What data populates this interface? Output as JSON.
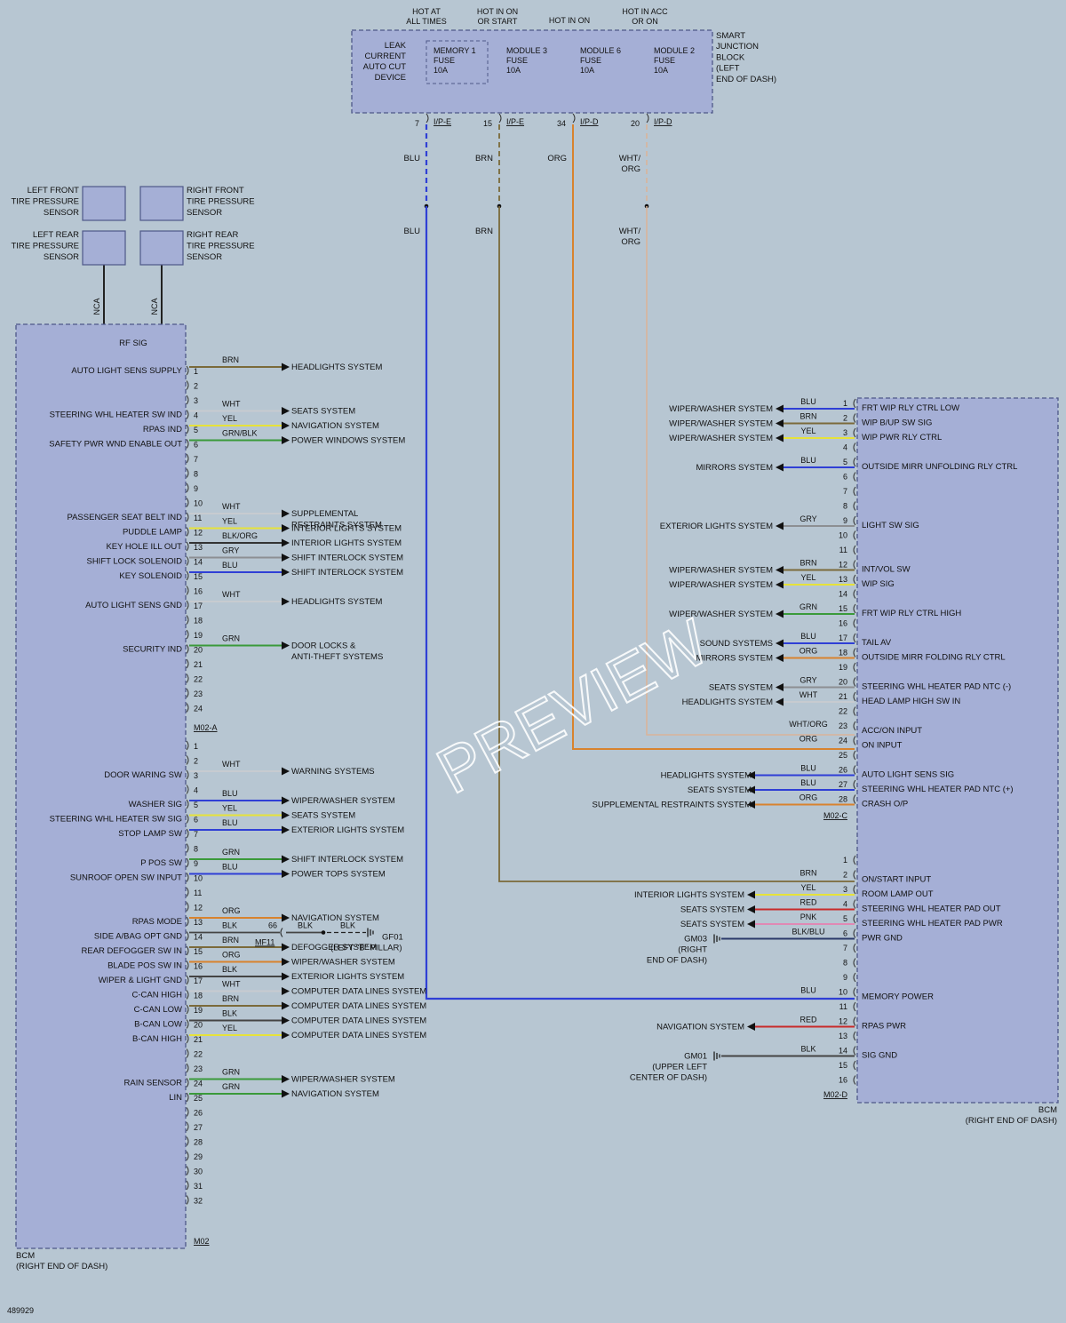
{
  "diagram_id": "489929",
  "watermark": "PREVIEW",
  "colors": {
    "BLU": "#2f3fd6",
    "BRN": "#7b6a3a",
    "ORG": "#d8832e",
    "WHT": "#c7cbd0",
    "YEL": "#e6e23a",
    "GRN": "#3a9a3a",
    "GRY": "#8c8f93",
    "RED": "#c82a2a",
    "PNK": "#e089b4",
    "BLK": "#444444",
    "BLKORG": "#333333",
    "BLKBLU": "#2b3a6a",
    "GRNBLK": "#3a9a3a",
    "WHTORG": "#d9b49a",
    "NCA": "#222222"
  },
  "supply": {
    "headers": [
      {
        "id": "hot_always",
        "lines": [
          "HOT AT",
          "ALL TIMES"
        ]
      },
      {
        "id": "hot_on_start",
        "lines": [
          "HOT IN ON",
          "OR START"
        ]
      },
      {
        "id": "hot_on",
        "lines": [
          "HOT IN ON"
        ]
      },
      {
        "id": "hot_acc_on",
        "lines": [
          "HOT IN ACC",
          "OR ON"
        ]
      }
    ],
    "leak": [
      "LEAK",
      "CURRENT",
      "AUTO CUT",
      "DEVICE"
    ],
    "fuses": [
      {
        "lines": [
          "MEMORY 1",
          "FUSE",
          "10A"
        ]
      },
      {
        "lines": [
          "MODULE 3",
          "FUSE",
          "10A"
        ]
      },
      {
        "lines": [
          "MODULE 6",
          "FUSE",
          "10A"
        ]
      },
      {
        "lines": [
          "MODULE 2",
          "FUSE",
          "10A"
        ]
      }
    ],
    "block_label": [
      "SMART",
      "JUNCTION",
      "BLOCK",
      "(LEFT",
      "END OF DASH)"
    ],
    "outputs": [
      {
        "pin": "7",
        "connector": "I/P-E",
        "color_code": "BLU",
        "labels": [
          "BLU"
        ],
        "labels2": [
          "BLU"
        ]
      },
      {
        "pin": "15",
        "connector": "I/P-E",
        "color_code": "BRN",
        "labels": [
          "BRN"
        ],
        "labels2": [
          "BRN"
        ]
      },
      {
        "pin": "34",
        "connector": "I/P-D",
        "color_code": "ORG",
        "labels": [
          "ORG"
        ],
        "labels2": []
      },
      {
        "pin": "20",
        "connector": "I/P-D",
        "color_code": "WHTORG",
        "labels": [
          "WHT/",
          "ORG"
        ],
        "labels2": [
          "WHT/",
          "ORG"
        ]
      }
    ]
  },
  "sensors": [
    {
      "label": [
        "LEFT FRONT",
        "TIRE PRESSURE",
        "SENSOR"
      ]
    },
    {
      "label": [
        "RIGHT FRONT",
        "TIRE PRESSURE",
        "SENSOR"
      ]
    },
    {
      "label": [
        "LEFT REAR",
        "TIRE PRESSURE",
        "SENSOR"
      ]
    },
    {
      "label": [
        "RIGHT REAR",
        "TIRE PRESSURE",
        "SENSOR"
      ]
    }
  ],
  "nca": "NCA",
  "rf_sig": "RF SIG",
  "left_bcm": {
    "label": [
      "BCM",
      "(RIGHT END OF DASH)"
    ],
    "connector_a": "M02-A",
    "connector_b": "M02",
    "pins_a": [
      {
        "pin": "1",
        "signal": "AUTO LIGHT SENS SUPPLY",
        "wire": "BRN",
        "dest": [
          "HEADLIGHTS SYSTEM"
        ]
      },
      {
        "pin": "2"
      },
      {
        "pin": "3"
      },
      {
        "pin": "4",
        "signal": "STEERING WHL HEATER SW IND",
        "wire": "WHT",
        "dest": [
          "SEATS SYSTEM"
        ]
      },
      {
        "pin": "5",
        "signal": "RPAS IND",
        "wire": "YEL",
        "dest": [
          "NAVIGATION SYSTEM"
        ]
      },
      {
        "pin": "6",
        "signal": "SAFETY PWR WND ENABLE OUT",
        "wire": "GRN/BLK",
        "dest": [
          "POWER WINDOWS SYSTEM"
        ]
      },
      {
        "pin": "7"
      },
      {
        "pin": "8"
      },
      {
        "pin": "9"
      },
      {
        "pin": "10"
      },
      {
        "pin": "11",
        "signal": "PASSENGER SEAT BELT IND",
        "wire": "WHT",
        "dest": [
          "SUPPLEMENTAL",
          "RESTRAINTS SYSTEM"
        ]
      },
      {
        "pin": "12",
        "signal": "PUDDLE LAMP",
        "wire": "YEL",
        "dest": [
          "INTERIOR LIGHTS SYSTEM"
        ]
      },
      {
        "pin": "13",
        "signal": "KEY HOLE ILL OUT",
        "wire": "BLK/ORG",
        "dest": [
          "INTERIOR LIGHTS SYSTEM"
        ]
      },
      {
        "pin": "14",
        "signal": "SHIFT LOCK SOLENOID",
        "wire": "GRY",
        "dest": [
          "SHIFT INTERLOCK SYSTEM"
        ]
      },
      {
        "pin": "15",
        "signal": "KEY SOLENOID",
        "wire": "BLU",
        "dest": [
          "SHIFT INTERLOCK SYSTEM"
        ]
      },
      {
        "pin": "16"
      },
      {
        "pin": "17",
        "signal": "AUTO LIGHT SENS GND",
        "wire": "WHT",
        "dest": [
          "HEADLIGHTS SYSTEM"
        ]
      },
      {
        "pin": "18"
      },
      {
        "pin": "19"
      },
      {
        "pin": "20",
        "signal": "SECURITY IND",
        "wire": "GRN",
        "dest": [
          "DOOR LOCKS &",
          "ANTI-THEFT SYSTEMS"
        ]
      },
      {
        "pin": "21"
      },
      {
        "pin": "22"
      },
      {
        "pin": "23"
      },
      {
        "pin": "24"
      }
    ],
    "pins_b": [
      {
        "pin": "1"
      },
      {
        "pin": "2"
      },
      {
        "pin": "3",
        "signal": "DOOR WARING SW",
        "wire": "WHT",
        "dest": [
          "WARNING SYSTEMS"
        ]
      },
      {
        "pin": "4"
      },
      {
        "pin": "5",
        "signal": "WASHER SIG",
        "wire": "BLU",
        "dest": [
          "WIPER/WASHER SYSTEM"
        ]
      },
      {
        "pin": "6",
        "signal": "STEERING WHL HEATER SW SIG",
        "wire": "YEL",
        "dest": [
          "SEATS SYSTEM"
        ]
      },
      {
        "pin": "7",
        "signal": "STOP LAMP SW",
        "wire": "BLU",
        "dest": [
          "EXTERIOR LIGHTS SYSTEM"
        ]
      },
      {
        "pin": "8"
      },
      {
        "pin": "9",
        "signal": "P POS SW",
        "wire": "GRN",
        "dest": [
          "SHIFT INTERLOCK SYSTEM"
        ]
      },
      {
        "pin": "10",
        "signal": "SUNROOF OPEN SW INPUT",
        "wire": "BLU",
        "dest": [
          "POWER TOPS SYSTEM"
        ]
      },
      {
        "pin": "11"
      },
      {
        "pin": "12"
      },
      {
        "pin": "13",
        "signal": "RPAS MODE",
        "wire": "ORG",
        "dest": [
          "NAVIGATION SYSTEM"
        ]
      },
      {
        "pin": "14",
        "signal": "SIDE A/BAG OPT GND",
        "wire": "BLK",
        "ground": true
      },
      {
        "pin": "15",
        "signal": "REAR DEFOGGER SW IN",
        "wire": "BRN",
        "dest": [
          "DEFOGGER SYSTEM"
        ]
      },
      {
        "pin": "16",
        "signal": "BLADE POS SW IN",
        "wire": "ORG",
        "dest": [
          "WIPER/WASHER SYSTEM"
        ]
      },
      {
        "pin": "17",
        "signal": "WIPER & LIGHT GND",
        "wire": "BLK",
        "dest": [
          "EXTERIOR LIGHTS SYSTEM"
        ]
      },
      {
        "pin": "18",
        "signal": "C-CAN HIGH",
        "wire": "WHT",
        "dest": [
          "COMPUTER DATA LINES SYSTEM"
        ]
      },
      {
        "pin": "19",
        "signal": "C-CAN LOW",
        "wire": "BRN",
        "dest": [
          "COMPUTER DATA LINES SYSTEM"
        ]
      },
      {
        "pin": "20",
        "signal": "B-CAN LOW",
        "wire": "BLK",
        "dest": [
          "COMPUTER DATA LINES SYSTEM"
        ]
      },
      {
        "pin": "21",
        "signal": "B-CAN HIGH",
        "wire": "YEL",
        "dest": [
          "COMPUTER DATA LINES SYSTEM"
        ]
      },
      {
        "pin": "22"
      },
      {
        "pin": "23"
      },
      {
        "pin": "24",
        "signal": "RAIN SENSOR",
        "wire": "GRN",
        "dest": [
          "WIPER/WASHER SYSTEM"
        ]
      },
      {
        "pin": "25",
        "signal": "LIN",
        "wire": "GRN",
        "dest": [
          "NAVIGATION SYSTEM"
        ]
      },
      {
        "pin": "26"
      },
      {
        "pin": "27"
      },
      {
        "pin": "28"
      },
      {
        "pin": "29"
      },
      {
        "pin": "30"
      },
      {
        "pin": "31"
      },
      {
        "pin": "32"
      }
    ],
    "ground_branch": {
      "splice_pin": "66",
      "splice_conn": "MF11",
      "wire2": "BLK",
      "wire3": "BLK",
      "ground": "GF01",
      "ground_loc": "(LEFT \"B\" PILLAR)"
    }
  },
  "right_bcm": {
    "label": [
      "BCM",
      "(RIGHT END OF DASH)"
    ],
    "connector_c": "M02-C",
    "connector_d": "M02-D",
    "pins_c": [
      {
        "pin": "1",
        "signal": "FRT WIP RLY CTRL LOW",
        "wire": "BLU",
        "dest": [
          "WIPER/WASHER SYSTEM"
        ]
      },
      {
        "pin": "2",
        "signal": "WIP B/UP SW SIG",
        "wire": "BRN",
        "dest": [
          "WIPER/WASHER SYSTEM"
        ]
      },
      {
        "pin": "3",
        "signal": "WIP PWR RLY CTRL",
        "wire": "YEL",
        "dest": [
          "WIPER/WASHER SYSTEM"
        ]
      },
      {
        "pin": "4"
      },
      {
        "pin": "5",
        "signal": "OUTSIDE MIRR UNFOLDING RLY CTRL",
        "wire": "BLU",
        "dest": [
          "MIRRORS SYSTEM"
        ]
      },
      {
        "pin": "6"
      },
      {
        "pin": "7"
      },
      {
        "pin": "8"
      },
      {
        "pin": "9",
        "signal": "LIGHT SW SIG",
        "wire": "GRY",
        "dest": [
          "EXTERIOR LIGHTS SYSTEM"
        ]
      },
      {
        "pin": "10"
      },
      {
        "pin": "11"
      },
      {
        "pin": "12",
        "signal": "INT/VOL SW",
        "wire": "BRN",
        "dest": [
          "WIPER/WASHER SYSTEM"
        ]
      },
      {
        "pin": "13",
        "signal": "WIP SIG",
        "wire": "YEL",
        "dest": [
          "WIPER/WASHER SYSTEM"
        ]
      },
      {
        "pin": "14"
      },
      {
        "pin": "15",
        "signal": "FRT WIP RLY CTRL HIGH",
        "wire": "GRN",
        "dest": [
          "WIPER/WASHER SYSTEM"
        ]
      },
      {
        "pin": "16"
      },
      {
        "pin": "17",
        "signal": "TAIL AV",
        "wire": "BLU",
        "dest": [
          "SOUND SYSTEMS"
        ]
      },
      {
        "pin": "18",
        "signal": "OUTSIDE MIRR FOLDING RLY CTRL",
        "wire": "ORG",
        "dest": [
          "MIRRORS SYSTEM"
        ]
      },
      {
        "pin": "19"
      },
      {
        "pin": "20",
        "signal": "STEERING WHL HEATER PAD NTC (-)",
        "wire": "GRY",
        "dest": [
          "SEATS SYSTEM"
        ]
      },
      {
        "pin": "21",
        "signal": "HEAD LAMP HIGH SW IN",
        "wire": "WHT",
        "dest": [
          "HEADLIGHTS SYSTEM"
        ]
      },
      {
        "pin": "22"
      },
      {
        "pin": "23",
        "signal": "ACC/ON INPUT",
        "wire": "WHT/ORG"
      },
      {
        "pin": "24",
        "signal": "ON INPUT",
        "wire": "ORG"
      },
      {
        "pin": "25"
      },
      {
        "pin": "26",
        "signal": "AUTO LIGHT SENS SIG",
        "wire": "BLU",
        "dest": [
          "HEADLIGHTS SYSTEM"
        ]
      },
      {
        "pin": "27",
        "signal": "STEERING WHL HEATER PAD NTC (+)",
        "wire": "BLU",
        "dest": [
          "SEATS SYSTEM"
        ]
      },
      {
        "pin": "28",
        "signal": "CRASH O/P",
        "wire": "ORG",
        "dest": [
          "SUPPLEMENTAL RESTRAINTS SYSTEM"
        ]
      }
    ],
    "pins_d": [
      {
        "pin": "1"
      },
      {
        "pin": "2",
        "signal": "ON/START INPUT",
        "wire": "BRN"
      },
      {
        "pin": "3",
        "signal": "ROOM LAMP OUT",
        "wire": "YEL",
        "dest": [
          "INTERIOR LIGHTS SYSTEM"
        ]
      },
      {
        "pin": "4",
        "signal": "STEERING WHL HEATER PAD OUT",
        "wire": "RED",
        "dest": [
          "SEATS SYSTEM"
        ]
      },
      {
        "pin": "5",
        "signal": "STEERING WHL HEATER PAD PWR",
        "wire": "PNK",
        "dest": [
          "SEATS SYSTEM"
        ]
      },
      {
        "pin": "6",
        "signal": "PWR GND",
        "wire": "BLK/BLU",
        "ground": [
          "GM03",
          "(RIGHT",
          "END OF DASH)"
        ]
      },
      {
        "pin": "7"
      },
      {
        "pin": "8"
      },
      {
        "pin": "9"
      },
      {
        "pin": "10",
        "signal": "MEMORY POWER",
        "wire": "BLU"
      },
      {
        "pin": "11"
      },
      {
        "pin": "12",
        "signal": "RPAS PWR",
        "wire": "RED",
        "dest": [
          "NAVIGATION SYSTEM"
        ]
      },
      {
        "pin": "13"
      },
      {
        "pin": "14",
        "signal": "SIG GND",
        "wire": "BLK",
        "ground": [
          "GM01",
          "(UPPER LEFT",
          "CENTER OF DASH)"
        ]
      },
      {
        "pin": "15"
      },
      {
        "pin": "16"
      }
    ]
  }
}
